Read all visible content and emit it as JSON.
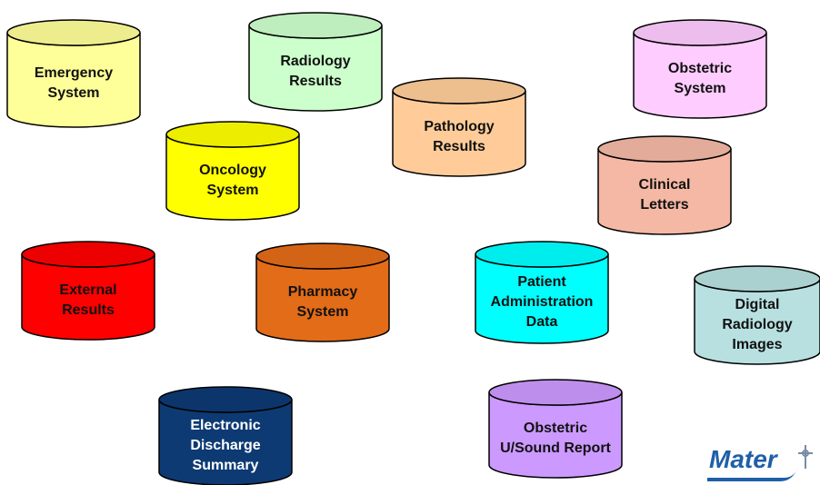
{
  "databases": [
    {
      "id": "emergency",
      "lines": [
        "Emergency",
        "System"
      ],
      "fill": "#ffff99"
    },
    {
      "id": "radiology-results",
      "lines": [
        "Radiology",
        "Results"
      ],
      "fill": "#ccffcc"
    },
    {
      "id": "obstetric-system",
      "lines": [
        "Obstetric",
        "System"
      ],
      "fill": "#ffccff"
    },
    {
      "id": "pathology",
      "lines": [
        "Pathology",
        "Results"
      ],
      "fill": "#ffcc99"
    },
    {
      "id": "oncology",
      "lines": [
        "Oncology",
        "System"
      ],
      "fill": "#ffff00"
    },
    {
      "id": "clinical-letters",
      "lines": [
        "Clinical",
        "Letters"
      ],
      "fill": "#f4b8a4"
    },
    {
      "id": "external-results",
      "lines": [
        "External",
        "Results"
      ],
      "fill": "#ff0000"
    },
    {
      "id": "pharmacy",
      "lines": [
        "Pharmacy",
        "System"
      ],
      "fill": "#e36c18"
    },
    {
      "id": "patient-admin",
      "lines": [
        "Patient",
        "Administration",
        "Data"
      ],
      "fill": "#00ffff"
    },
    {
      "id": "digital-radiology",
      "lines": [
        "Digital",
        "Radiology",
        "Images"
      ],
      "fill": "#b8e0e0"
    },
    {
      "id": "electronic-discharge",
      "lines": [
        "Electronic",
        "Discharge",
        "Summary"
      ],
      "fill": "#0d3a73",
      "text_color": "#ffffff"
    },
    {
      "id": "obstetric-usound",
      "lines": [
        "Obstetric",
        "U/Sound Report"
      ],
      "fill": "#cc99ff"
    }
  ],
  "logo": {
    "text": "Mater",
    "color": "#1f5fa8"
  }
}
